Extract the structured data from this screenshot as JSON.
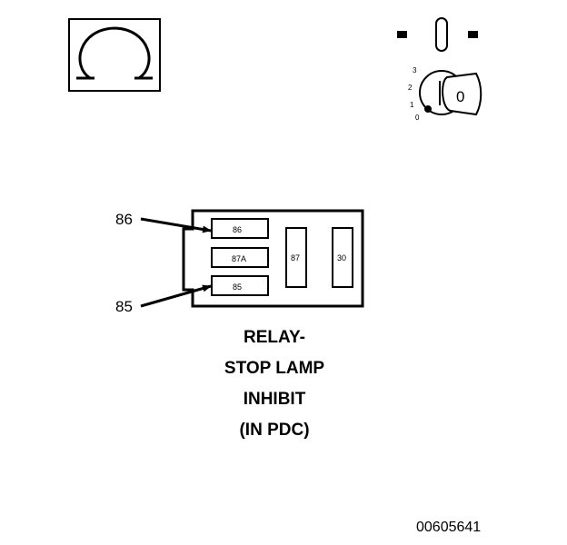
{
  "symbols": {
    "ohm": "ohmmeter-symbol",
    "ignition": "ignition-key-switch"
  },
  "ignition": {
    "positions": [
      "3",
      "2",
      "1",
      "0"
    ],
    "key_label": "0"
  },
  "relay": {
    "pins": {
      "p86": "86",
      "p87A": "87A",
      "p85": "85",
      "p87": "87",
      "p30": "30"
    }
  },
  "callouts": {
    "c86": "86",
    "c85": "85"
  },
  "caption": {
    "line1": "RELAY-",
    "line2": "STOP LAMP",
    "line3": "INHIBIT",
    "line4": "(IN PDC)"
  },
  "figure_id": "00605641"
}
